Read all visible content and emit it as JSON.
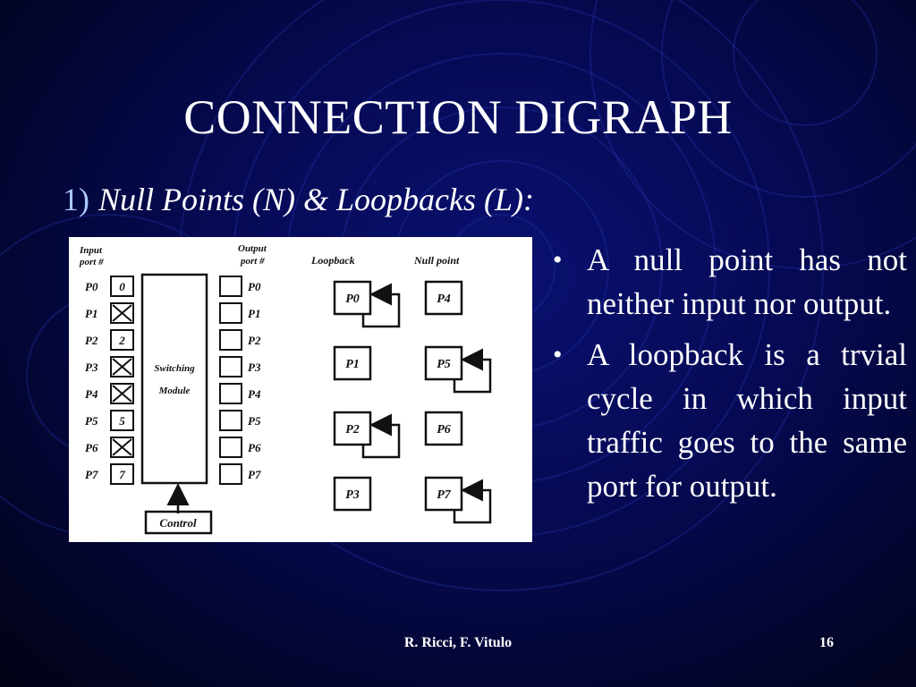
{
  "slide": {
    "title": "CONNECTION DIGRAPH",
    "subtitle_number": "1)",
    "subtitle_text": "Null Points (N) & Loopbacks (L):",
    "bullets": [
      "A null point has not neither input nor output.",
      "A loopback is a trvial cycle in which input traffic goes to the same port for output."
    ],
    "footer_author": "R. Ricci, F. Vitulo",
    "page_number": "16"
  },
  "figure": {
    "input_header_1": "Input",
    "input_header_2": "port #",
    "output_header_1": "Output",
    "output_header_2": "port #",
    "module_label_1": "Switching",
    "module_label_2": "Module",
    "control_label": "Control",
    "loopback_header": "Loopback",
    "nullpoint_header": "Null point",
    "ports": [
      {
        "label": "P0",
        "input": "0",
        "crossed": false
      },
      {
        "label": "P1",
        "input": "",
        "crossed": true
      },
      {
        "label": "P2",
        "input": "2",
        "crossed": false
      },
      {
        "label": "P3",
        "input": "",
        "crossed": true
      },
      {
        "label": "P4",
        "input": "",
        "crossed": true
      },
      {
        "label": "P5",
        "input": "5",
        "crossed": false
      },
      {
        "label": "P6",
        "input": "",
        "crossed": true
      },
      {
        "label": "P7",
        "input": "7",
        "crossed": false
      }
    ],
    "digraph_nodes": [
      {
        "label": "P0",
        "loopback": true
      },
      {
        "label": "P4",
        "loopback": false
      },
      {
        "label": "P1",
        "loopback": false
      },
      {
        "label": "P5",
        "loopback": true
      },
      {
        "label": "P2",
        "loopback": true
      },
      {
        "label": "P6",
        "loopback": false
      },
      {
        "label": "P3",
        "loopback": false
      },
      {
        "label": "P7",
        "loopback": true
      }
    ]
  }
}
